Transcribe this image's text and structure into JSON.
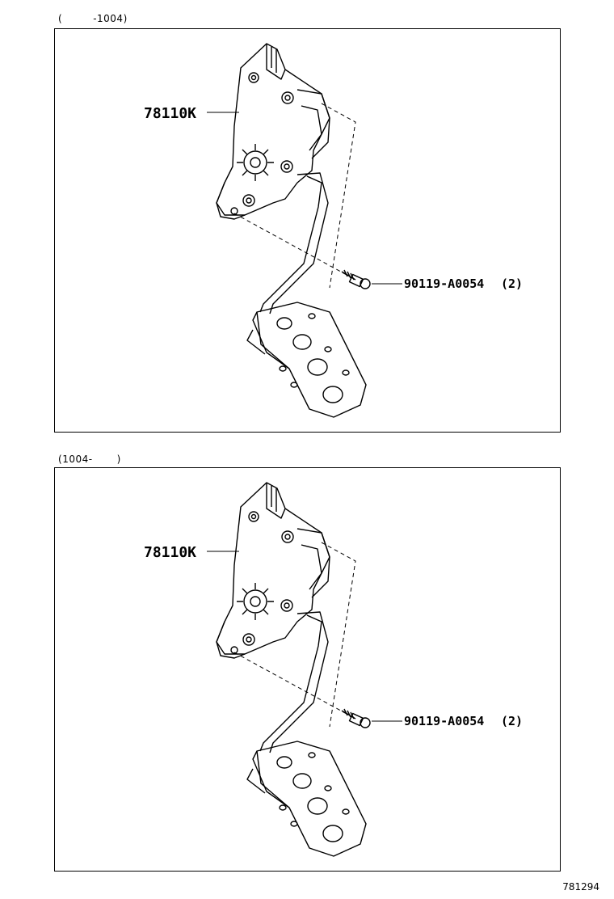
{
  "panels": [
    {
      "period_from": "",
      "period_to": "-1004",
      "assembly_part_no": "78110K",
      "bolt_part_no": "90119-A0054",
      "bolt_qty": "(2)"
    },
    {
      "period_from": "1004-",
      "period_to": "",
      "assembly_part_no": "78110K",
      "bolt_part_no": "90119-A0054",
      "bolt_qty": "(2)"
    }
  ],
  "diagram_id": "781294"
}
